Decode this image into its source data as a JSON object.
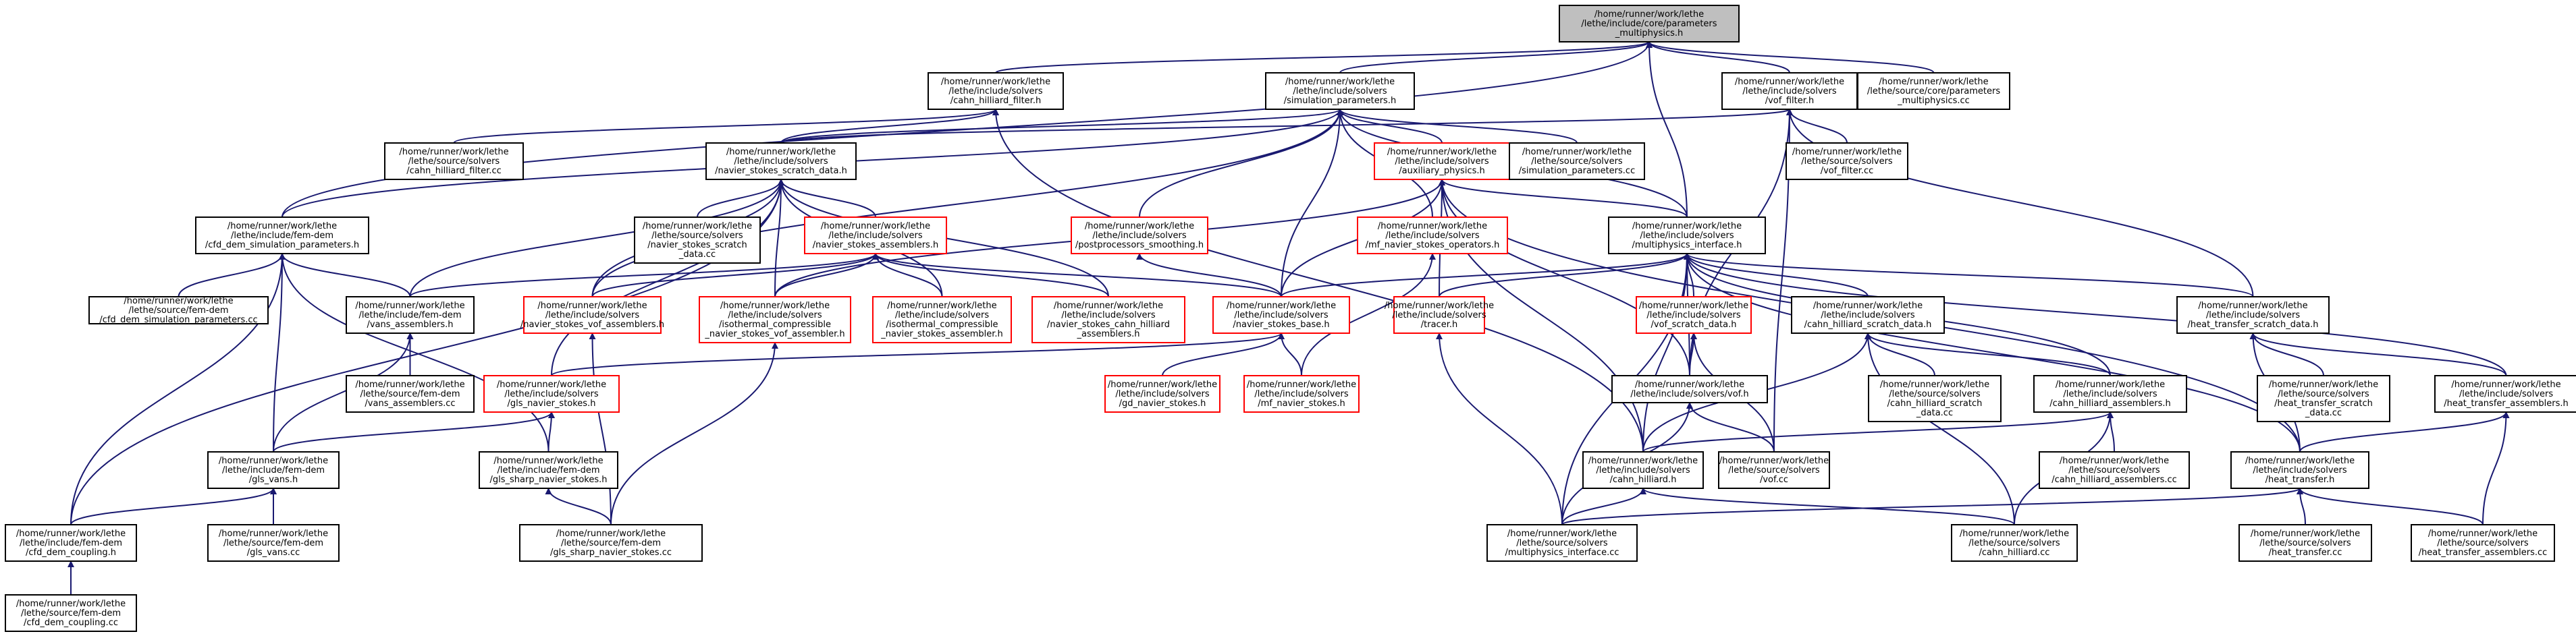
{
  "graph": {
    "nodes": [
      {
        "id": "root",
        "lines": [
          "/home/runner/work/lethe",
          "/lethe/include/core/parameters",
          "_multiphysics.h"
        ],
        "border": "root"
      },
      {
        "id": "chf",
        "lines": [
          "/home/runner/work/lethe",
          "/lethe/include/solvers",
          "/cahn_hilliard_filter.h"
        ],
        "border": "black"
      },
      {
        "id": "simparam",
        "lines": [
          "/home/runner/work/lethe",
          "/lethe/include/solvers",
          "/simulation_parameters.h"
        ],
        "border": "black"
      },
      {
        "id": "voffilter",
        "lines": [
          "/home/runner/work/lethe",
          "/lethe/include/solvers",
          "/vof_filter.h"
        ],
        "border": "black"
      },
      {
        "id": "mpcc",
        "lines": [
          "/home/runner/work/lethe",
          "/lethe/source/core/parameters",
          "_multiphysics.cc"
        ],
        "border": "black"
      },
      {
        "id": "chfcc",
        "lines": [
          "/home/runner/work/lethe",
          "/lethe/source/solvers",
          "/cahn_hilliard_filter.cc"
        ],
        "border": "black"
      },
      {
        "id": "nsscratch",
        "lines": [
          "/home/runner/work/lethe",
          "/lethe/include/solvers",
          "/navier_stokes_scratch_data.h"
        ],
        "border": "black"
      },
      {
        "id": "auxphys",
        "lines": [
          "/home/runner/work/lethe",
          "/lethe/include/solvers",
          "/auxiliary_physics.h"
        ],
        "border": "red"
      },
      {
        "id": "simparamcc",
        "lines": [
          "/home/runner/work/lethe",
          "/lethe/source/solvers",
          "/simulation_parameters.cc"
        ],
        "border": "black"
      },
      {
        "id": "voffiltercc",
        "lines": [
          "/home/runner/work/lethe",
          "/lethe/source/solvers",
          "/vof_filter.cc"
        ],
        "border": "black"
      },
      {
        "id": "cfdparam",
        "lines": [
          "/home/runner/work/lethe",
          "/lethe/include/fem-dem",
          "/cfd_dem_simulation_parameters.h"
        ],
        "border": "black"
      },
      {
        "id": "nsscratchcc",
        "lines": [
          "/home/runner/work/lethe",
          "/lethe/source/solvers",
          "/navier_stokes_scratch",
          "_data.cc"
        ],
        "border": "black"
      },
      {
        "id": "nsassemblers",
        "lines": [
          "/home/runner/work/lethe",
          "/lethe/include/solvers",
          "/navier_stokes_assemblers.h"
        ],
        "border": "red"
      },
      {
        "id": "postproc",
        "lines": [
          "/home/runner/work/lethe",
          "/lethe/include/solvers",
          "/postprocessors_smoothing.h"
        ],
        "border": "red"
      },
      {
        "id": "mfops",
        "lines": [
          "/home/runner/work/lethe",
          "/lethe/include/solvers",
          "/mf_navier_stokes_operators.h"
        ],
        "border": "red"
      },
      {
        "id": "mpinterface",
        "lines": [
          "/home/runner/work/lethe",
          "/lethe/include/solvers",
          "/multiphysics_interface.h"
        ],
        "border": "black"
      },
      {
        "id": "cfdparamcc",
        "lines": [
          "/home/runner/work/lethe",
          "/lethe/source/fem-dem",
          "/cfd_dem_simulation_parameters.cc"
        ],
        "border": "black"
      },
      {
        "id": "vansasm",
        "lines": [
          "/home/runner/work/lethe",
          "/lethe/include/fem-dem",
          "/vans_assemblers.h"
        ],
        "border": "black"
      },
      {
        "id": "nsvofasm",
        "lines": [
          "/home/runner/work/lethe",
          "/lethe/include/solvers",
          "/navier_stokes_vof_assemblers.h"
        ],
        "border": "red"
      },
      {
        "id": "isovof",
        "lines": [
          "/home/runner/work/lethe",
          "/lethe/include/solvers",
          "/isothermal_compressible",
          "_navier_stokes_vof_assembler.h"
        ],
        "border": "red"
      },
      {
        "id": "isons",
        "lines": [
          "/home/runner/work/lethe",
          "/lethe/include/solvers",
          "/isothermal_compressible",
          "_navier_stokes_assembler.h"
        ],
        "border": "red"
      },
      {
        "id": "nschasm",
        "lines": [
          "/home/runner/work/lethe",
          "/lethe/include/solvers",
          "/navier_stokes_cahn_hilliard",
          "_assemblers.h"
        ],
        "border": "red"
      },
      {
        "id": "nsbase",
        "lines": [
          "/home/runner/work/lethe",
          "/lethe/include/solvers",
          "/navier_stokes_base.h"
        ],
        "border": "red"
      },
      {
        "id": "tracer",
        "lines": [
          "/home/runner/work/lethe",
          "/lethe/include/solvers",
          "/tracer.h"
        ],
        "border": "red"
      },
      {
        "id": "vofscratch",
        "lines": [
          "/home/runner/work/lethe",
          "/lethe/include/solvers",
          "/vof_scratch_data.h"
        ],
        "border": "red"
      },
      {
        "id": "chscratch",
        "lines": [
          "/home/runner/work/lethe",
          "/lethe/include/solvers",
          "/cahn_hilliard_scratch_data.h"
        ],
        "border": "black"
      },
      {
        "id": "htscratch",
        "lines": [
          "/home/runner/work/lethe",
          "/lethe/include/solvers",
          "/heat_transfer_scratch_data.h"
        ],
        "border": "black"
      },
      {
        "id": "vansasmcc",
        "lines": [
          "/home/runner/work/lethe",
          "/lethe/source/fem-dem",
          "/vans_assemblers.cc"
        ],
        "border": "black"
      },
      {
        "id": "glsns",
        "lines": [
          "/home/runner/work/lethe",
          "/lethe/include/solvers",
          "/gls_navier_stokes.h"
        ],
        "border": "red"
      },
      {
        "id": "gdns",
        "lines": [
          "/home/runner/work/lethe",
          "/lethe/include/solvers",
          "/gd_navier_stokes.h"
        ],
        "border": "red"
      },
      {
        "id": "mfns",
        "lines": [
          "/home/runner/work/lethe",
          "/lethe/include/solvers",
          "/mf_navier_stokes.h"
        ],
        "border": "red"
      },
      {
        "id": "vofh",
        "lines": [
          "/home/runner/work/lethe",
          "/lethe/include/solvers/vof.h"
        ],
        "border": "black"
      },
      {
        "id": "chscratchcc",
        "lines": [
          "/home/runner/work/lethe",
          "/lethe/source/solvers",
          "/cahn_hilliard_scratch",
          "_data.cc"
        ],
        "border": "black"
      },
      {
        "id": "chasm",
        "lines": [
          "/home/runner/work/lethe",
          "/lethe/include/solvers",
          "/cahn_hilliard_assemblers.h"
        ],
        "border": "black"
      },
      {
        "id": "htscratchcc",
        "lines": [
          "/home/runner/work/lethe",
          "/lethe/source/solvers",
          "/heat_transfer_scratch",
          "_data.cc"
        ],
        "border": "black"
      },
      {
        "id": "htasm",
        "lines": [
          "/home/runner/work/lethe",
          "/lethe/include/solvers",
          "/heat_transfer_assemblers.h"
        ],
        "border": "black"
      },
      {
        "id": "glsvans",
        "lines": [
          "/home/runner/work/lethe",
          "/lethe/include/fem-dem",
          "/gls_vans.h"
        ],
        "border": "black"
      },
      {
        "id": "glssharp",
        "lines": [
          "/home/runner/work/lethe",
          "/lethe/include/fem-dem",
          "/gls_sharp_navier_stokes.h"
        ],
        "border": "black"
      },
      {
        "id": "chh",
        "lines": [
          "/home/runner/work/lethe",
          "/lethe/include/solvers",
          "/cahn_hilliard.h"
        ],
        "border": "black"
      },
      {
        "id": "vofcc",
        "lines": [
          "/home/runner/work/lethe",
          "/lethe/source/solvers",
          "/vof.cc"
        ],
        "border": "black"
      },
      {
        "id": "chasmcc",
        "lines": [
          "/home/runner/work/lethe",
          "/lethe/source/solvers",
          "/cahn_hilliard_assemblers.cc"
        ],
        "border": "black"
      },
      {
        "id": "hth",
        "lines": [
          "/home/runner/work/lethe",
          "/lethe/include/solvers",
          "/heat_transfer.h"
        ],
        "border": "black"
      },
      {
        "id": "cfdcoupling",
        "lines": [
          "/home/runner/work/lethe",
          "/lethe/include/fem-dem",
          "/cfd_dem_coupling.h"
        ],
        "border": "black"
      },
      {
        "id": "glsvanscc",
        "lines": [
          "/home/runner/work/lethe",
          "/lethe/source/fem-dem",
          "/gls_vans.cc"
        ],
        "border": "black"
      },
      {
        "id": "glssharpcc",
        "lines": [
          "/home/runner/work/lethe",
          "/lethe/source/fem-dem",
          "/gls_sharp_navier_stokes.cc"
        ],
        "border": "black"
      },
      {
        "id": "mpinterfacecc",
        "lines": [
          "/home/runner/work/lethe",
          "/lethe/source/solvers",
          "/multiphysics_interface.cc"
        ],
        "border": "black"
      },
      {
        "id": "chcc",
        "lines": [
          "/home/runner/work/lethe",
          "/lethe/source/solvers",
          "/cahn_hilliard.cc"
        ],
        "border": "black"
      },
      {
        "id": "htcc",
        "lines": [
          "/home/runner/work/lethe",
          "/lethe/source/solvers",
          "/heat_transfer.cc"
        ],
        "border": "black"
      },
      {
        "id": "htasmcc",
        "lines": [
          "/home/runner/work/lethe",
          "/lethe/source/solvers",
          "/heat_transfer_assemblers.cc"
        ],
        "border": "black"
      },
      {
        "id": "cfdcouplingcc",
        "lines": [
          "/home/runner/work/lethe",
          "/lethe/source/fem-dem",
          "/cfd_dem_coupling.cc"
        ],
        "border": "black"
      }
    ],
    "edges": [
      [
        "chf",
        "root"
      ],
      [
        "simparam",
        "root"
      ],
      [
        "voffilter",
        "root"
      ],
      [
        "mpcc",
        "root"
      ],
      [
        "cfdparam",
        "root"
      ],
      [
        "mpinterface",
        "root"
      ],
      [
        "chfcc",
        "chf"
      ],
      [
        "nsscratch",
        "chf"
      ],
      [
        "chh",
        "chf"
      ],
      [
        "cfdparam",
        "simparam"
      ],
      [
        "nsscratch",
        "simparam"
      ],
      [
        "auxphys",
        "simparam"
      ],
      [
        "simparamcc",
        "simparam"
      ],
      [
        "postproc",
        "simparam"
      ],
      [
        "mfops",
        "simparam"
      ],
      [
        "mpinterface",
        "simparam"
      ],
      [
        "nsvofasm",
        "simparam"
      ],
      [
        "nsbase",
        "simparam"
      ],
      [
        "voffiltercc",
        "voffilter"
      ],
      [
        "nsscratch",
        "voffilter"
      ],
      [
        "vofh",
        "voffilter"
      ],
      [
        "vofcc",
        "voffilter"
      ],
      [
        "htscratch",
        "voffilter"
      ],
      [
        "nsscratchcc",
        "nsscratch"
      ],
      [
        "nsassemblers",
        "nsscratch"
      ],
      [
        "vansasm",
        "nsscratch"
      ],
      [
        "nsvofasm",
        "nsscratch"
      ],
      [
        "isovof",
        "nsscratch"
      ],
      [
        "isons",
        "nsscratch"
      ],
      [
        "nschasm",
        "nsscratch"
      ],
      [
        "glsns",
        "nsscratch"
      ],
      [
        "cfdcoupling",
        "nsscratch"
      ],
      [
        "mpinterface",
        "auxphys"
      ],
      [
        "nsbase",
        "auxphys"
      ],
      [
        "tracer",
        "auxphys"
      ],
      [
        "vofh",
        "auxphys"
      ],
      [
        "chh",
        "auxphys"
      ],
      [
        "hth",
        "auxphys"
      ],
      [
        "isovof",
        "auxphys"
      ],
      [
        "cfdparamcc",
        "cfdparam"
      ],
      [
        "vansasm",
        "cfdparam"
      ],
      [
        "glsvans",
        "cfdparam"
      ],
      [
        "glssharp",
        "cfdparam"
      ],
      [
        "cfdcoupling",
        "cfdparam"
      ],
      [
        "vansasm",
        "nsassemblers"
      ],
      [
        "nsvofasm",
        "nsassemblers"
      ],
      [
        "isovof",
        "nsassemblers"
      ],
      [
        "isons",
        "nsassemblers"
      ],
      [
        "nschasm",
        "nsassemblers"
      ],
      [
        "nsbase",
        "nsassemblers"
      ],
      [
        "nsbase",
        "postproc"
      ],
      [
        "mfns",
        "mfops"
      ],
      [
        "nsbase",
        "mpinterface"
      ],
      [
        "tracer",
        "mpinterface"
      ],
      [
        "vofscratch",
        "mpinterface"
      ],
      [
        "chscratch",
        "mpinterface"
      ],
      [
        "htscratch",
        "mpinterface"
      ],
      [
        "htasm",
        "mpinterface"
      ],
      [
        "chasm",
        "mpinterface"
      ],
      [
        "vofh",
        "mpinterface"
      ],
      [
        "chh",
        "mpinterface"
      ],
      [
        "hth",
        "mpinterface"
      ],
      [
        "mpinterfacecc",
        "mpinterface"
      ],
      [
        "vansasmcc",
        "vansasm"
      ],
      [
        "glsvans",
        "vansasm"
      ],
      [
        "glssharpcc",
        "nsvofasm"
      ],
      [
        "glssharpcc",
        "isovof"
      ],
      [
        "glsns",
        "nsbase"
      ],
      [
        "gdns",
        "nsbase"
      ],
      [
        "mfns",
        "nsbase"
      ],
      [
        "mpinterfacecc",
        "tracer"
      ],
      [
        "vofh",
        "vofscratch"
      ],
      [
        "vofcc",
        "vofscratch"
      ],
      [
        "chscratchcc",
        "chscratch"
      ],
      [
        "chasm",
        "chscratch"
      ],
      [
        "chh",
        "chscratch"
      ],
      [
        "chcc",
        "chscratch"
      ],
      [
        "htscratchcc",
        "htscratch"
      ],
      [
        "htasm",
        "htscratch"
      ],
      [
        "hth",
        "htscratch"
      ],
      [
        "glsvans",
        "glsns"
      ],
      [
        "glssharp",
        "glsns"
      ],
      [
        "vofcc",
        "vofh"
      ],
      [
        "mpinterfacecc",
        "vofh"
      ],
      [
        "chasmcc",
        "chasm"
      ],
      [
        "chh",
        "chasm"
      ],
      [
        "chcc",
        "chasm"
      ],
      [
        "hth",
        "htasm"
      ],
      [
        "htasmcc",
        "htasm"
      ],
      [
        "cfdcoupling",
        "glsvans"
      ],
      [
        "glsvanscc",
        "glsvans"
      ],
      [
        "glssharpcc",
        "glssharp"
      ],
      [
        "mpinterfacecc",
        "chh"
      ],
      [
        "chcc",
        "chh"
      ],
      [
        "htcc",
        "hth"
      ],
      [
        "htasmcc",
        "hth"
      ],
      [
        "mpinterfacecc",
        "hth"
      ],
      [
        "cfdcouplingcc",
        "cfdcoupling"
      ]
    ]
  }
}
